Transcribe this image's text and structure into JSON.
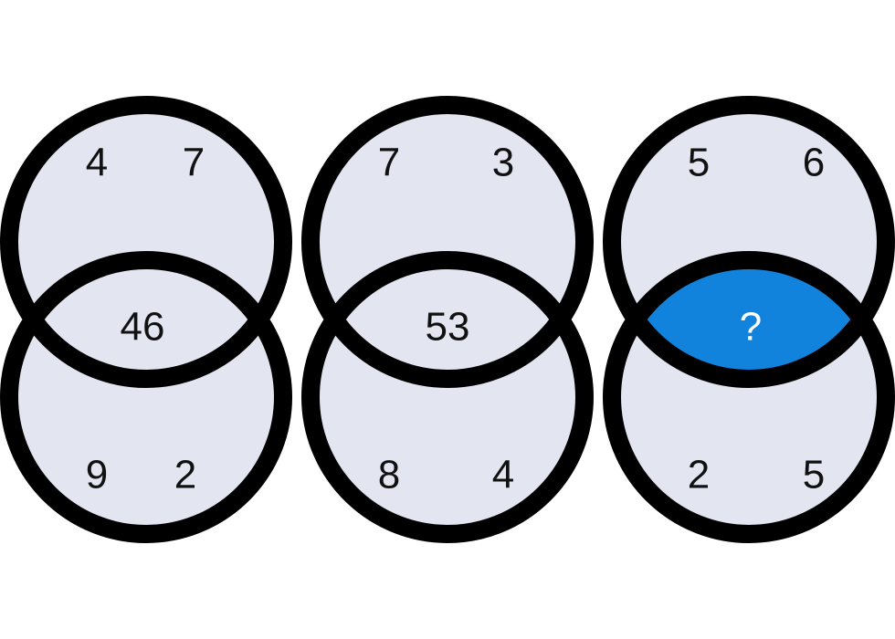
{
  "puzzle": {
    "highlight_color": "#1283dd",
    "fill_color": "#e3e6f1",
    "groups": [
      {
        "top_left": "4",
        "top_right": "7",
        "center": "46",
        "bottom_left": "9",
        "bottom_right": "2",
        "highlighted": false
      },
      {
        "top_left": "7",
        "top_right": "3",
        "center": "53",
        "bottom_left": "8",
        "bottom_right": "4",
        "highlighted": false
      },
      {
        "top_left": "5",
        "top_right": "6",
        "center": "?",
        "bottom_left": "2",
        "bottom_right": "5",
        "highlighted": true
      }
    ]
  }
}
